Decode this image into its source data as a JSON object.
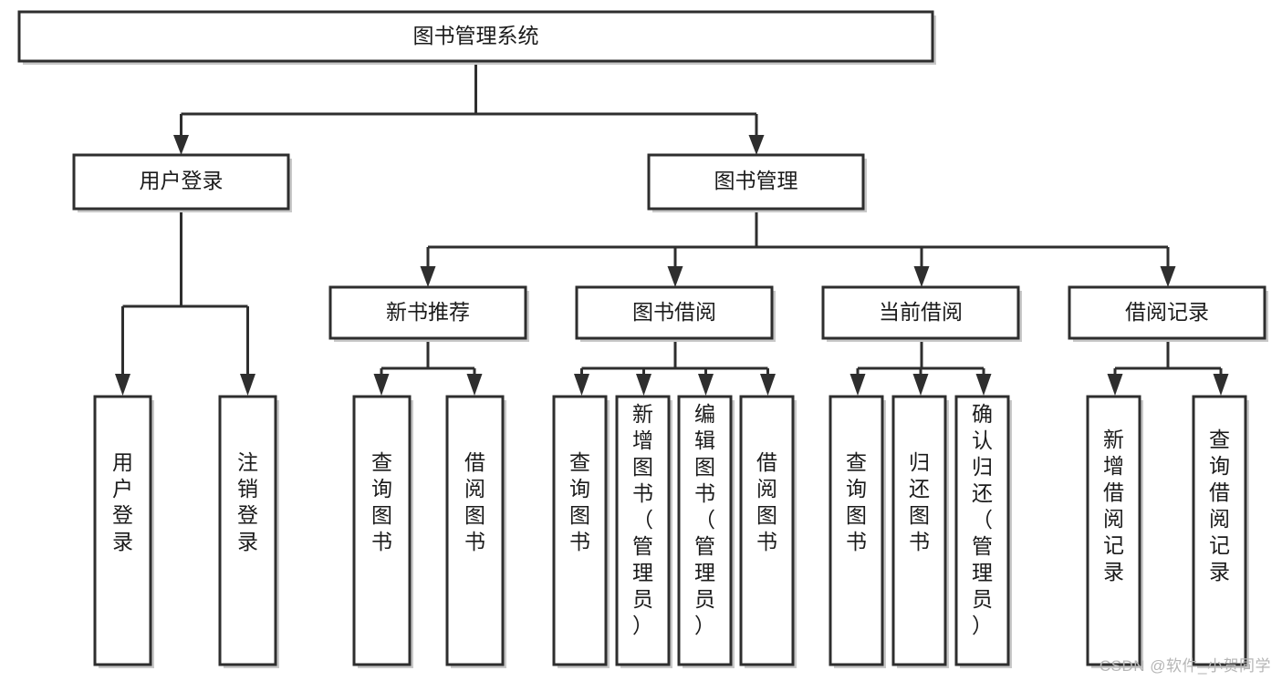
{
  "diagram": {
    "title": "图书管理系统",
    "type": "功能结构图",
    "root": {
      "id": "root",
      "label": "图书管理系统",
      "orientation": "horizontal"
    },
    "level2": [
      {
        "id": "user-login",
        "label": "用户登录",
        "orientation": "horizontal"
      },
      {
        "id": "book-manage",
        "label": "图书管理",
        "orientation": "horizontal"
      }
    ],
    "level3": [
      {
        "id": "new-book-recommend",
        "label": "新书推荐",
        "orientation": "horizontal",
        "parent": "book-manage"
      },
      {
        "id": "book-borrow",
        "label": "图书借阅",
        "orientation": "horizontal",
        "parent": "book-manage"
      },
      {
        "id": "current-borrow",
        "label": "当前借阅",
        "orientation": "horizontal",
        "parent": "book-manage"
      },
      {
        "id": "borrow-record",
        "label": "借阅记录",
        "orientation": "horizontal",
        "parent": "book-manage"
      }
    ],
    "leaves": [
      {
        "id": "leaf-user-login",
        "label": "用户登录",
        "orientation": "vertical",
        "parent": "user-login"
      },
      {
        "id": "leaf-user-logout",
        "label": "注销登录",
        "orientation": "vertical",
        "parent": "user-login"
      },
      {
        "id": "leaf-query-book-1",
        "label": "查询图书",
        "orientation": "vertical",
        "parent": "new-book-recommend"
      },
      {
        "id": "leaf-borrow-book-1",
        "label": "借阅图书",
        "orientation": "vertical",
        "parent": "new-book-recommend"
      },
      {
        "id": "leaf-query-book-2",
        "label": "查询图书",
        "orientation": "vertical",
        "parent": "book-borrow"
      },
      {
        "id": "leaf-add-book",
        "label": "新增图书（管理员）",
        "orientation": "vertical",
        "parent": "book-borrow"
      },
      {
        "id": "leaf-edit-book",
        "label": "编辑图书（管理员）",
        "orientation": "vertical",
        "parent": "book-borrow"
      },
      {
        "id": "leaf-borrow-book-2",
        "label": "借阅图书",
        "orientation": "vertical",
        "parent": "book-borrow"
      },
      {
        "id": "leaf-query-book-3",
        "label": "查询图书",
        "orientation": "vertical",
        "parent": "current-borrow"
      },
      {
        "id": "leaf-return-book",
        "label": "归还图书",
        "orientation": "vertical",
        "parent": "current-borrow"
      },
      {
        "id": "leaf-confirm-return",
        "label": "确认归还（管理员）",
        "orientation": "vertical",
        "parent": "current-borrow"
      },
      {
        "id": "leaf-add-record",
        "label": "新增借阅记录",
        "orientation": "vertical",
        "parent": "borrow-record"
      },
      {
        "id": "leaf-query-record",
        "label": "查询借阅记录",
        "orientation": "vertical",
        "parent": "borrow-record"
      }
    ],
    "colors": {
      "box_fill": "#ffffff",
      "box_stroke": "#2e2e2e",
      "text": "#1b1b1b",
      "shadow": "#c9c9c9",
      "background": "#ffffff",
      "watermark": "#b6b6b6"
    }
  },
  "watermark": {
    "text": "CSDN @软件_小贺同学"
  }
}
